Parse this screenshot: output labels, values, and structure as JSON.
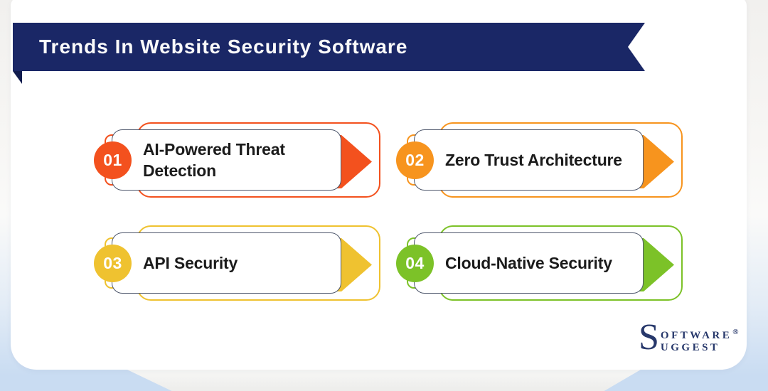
{
  "page": {
    "background_top_color": "#F1F0EE",
    "background_bottom_color": "#C9DCF2",
    "card_background": "#FFFFFF",
    "item_card_border_color": "#4D566B"
  },
  "header": {
    "title": "Trends In Website Security Software",
    "banner_color": "#1A2766",
    "fold_color": "#111C4E",
    "text_color": "#FAFAFA"
  },
  "items": [
    {
      "number": "01",
      "label": "AI-Powered Threat Detection",
      "accent": "#F3511E"
    },
    {
      "number": "02",
      "label": "Zero Trust Architecture",
      "accent": "#F7941E"
    },
    {
      "number": "03",
      "label": "API Security",
      "accent": "#EFC230"
    },
    {
      "number": "04",
      "label": "Cloud-Native Security",
      "accent": "#7CC228"
    }
  ],
  "footer": {
    "logo_big_letter": "S",
    "logo_line1": "OFTWARE",
    "logo_line2": "UGGEST",
    "registered_mark": "®",
    "logo_color": "#27386B"
  }
}
